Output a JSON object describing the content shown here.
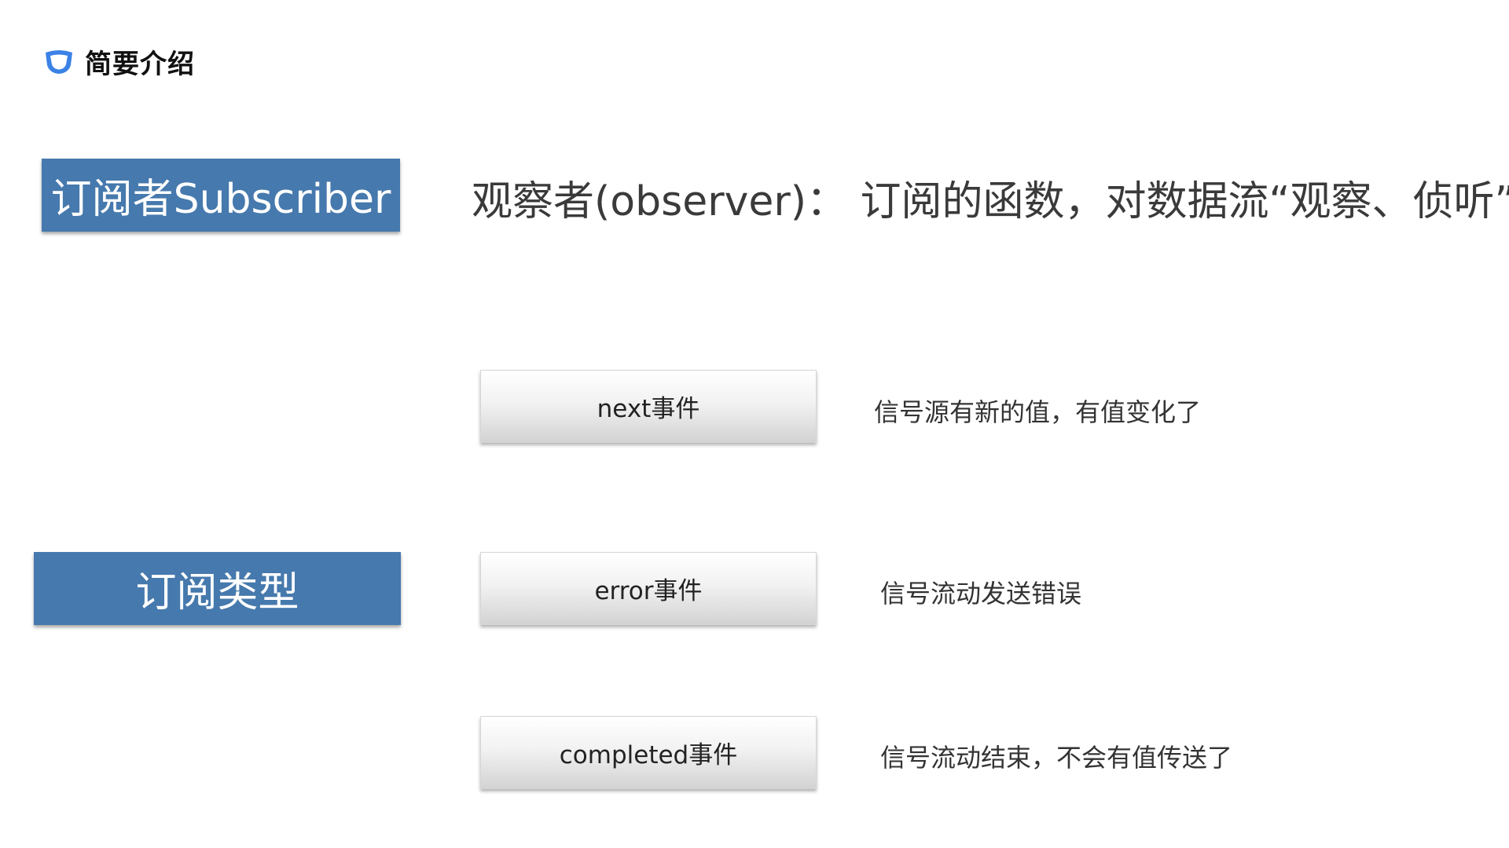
{
  "header": {
    "title": "简要介绍",
    "icon": "cup-logo-icon",
    "icon_color": "#3b82e6"
  },
  "subscriber_box": {
    "label": "订阅者Subscriber",
    "color": "#4679ad"
  },
  "observer_line": "观察者(observer)： 订阅的函数，对数据流“观察、侦听”",
  "types_box": {
    "label": "订阅类型",
    "color": "#4679ad"
  },
  "events": [
    {
      "name": "next事件",
      "description": "信号源有新的值，有值变化了"
    },
    {
      "name": "error事件",
      "description": "信号流动发送错误"
    },
    {
      "name": "completed事件",
      "description": "信号流动结束，不会有值传送了"
    }
  ]
}
